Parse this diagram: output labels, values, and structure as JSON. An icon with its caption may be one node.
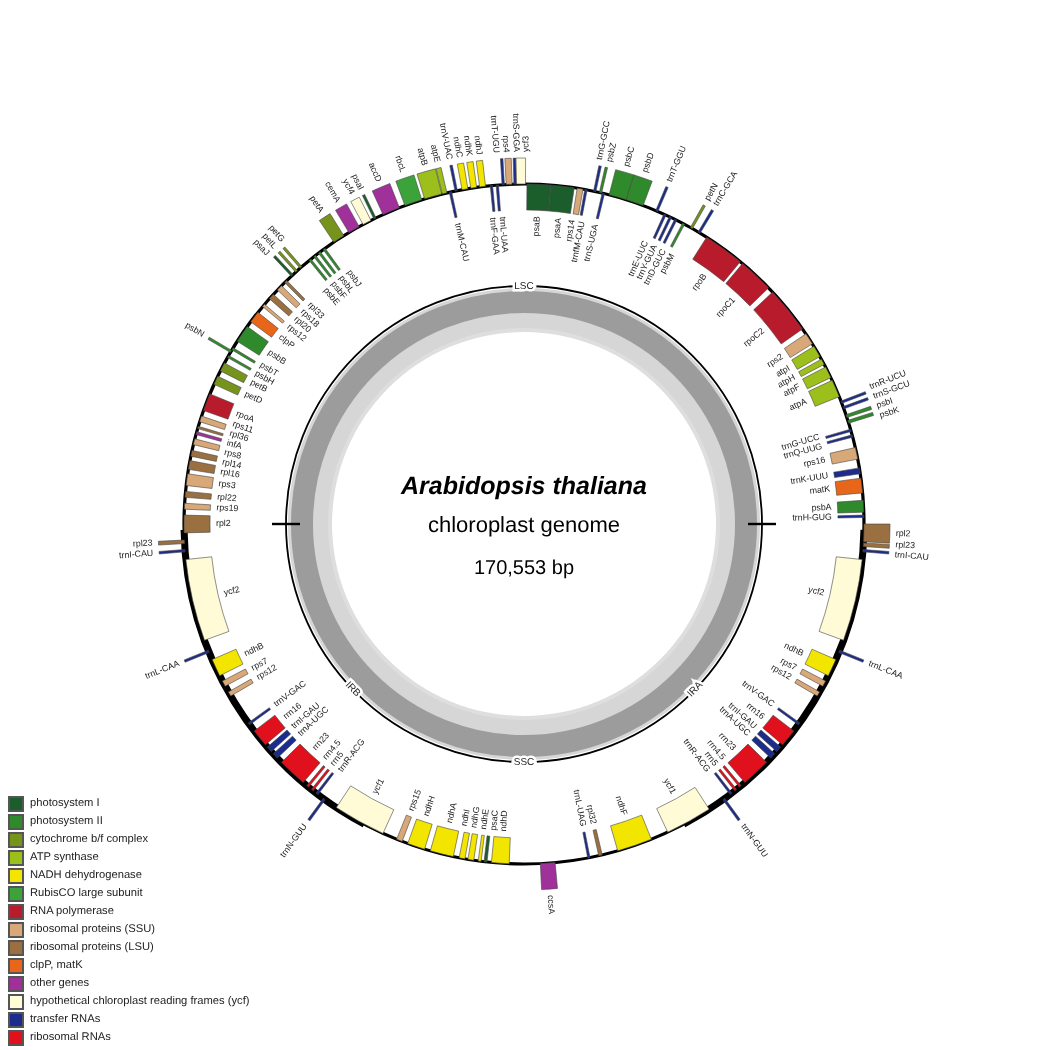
{
  "diagram": {
    "labels": [
      "Arabidopsis thaliana",
      "chloroplast genome",
      "170,553 bp",
      "LSC",
      "IRA",
      "SSC",
      "IRB",
      "psaB",
      "psaA",
      "rps14",
      "trnfM-CAU",
      "trnG-GCC",
      "psbZ",
      "trnS-UGA",
      "psbC",
      "psbD",
      "trnT-GGU",
      "trnE-UUC",
      "trnY-GUA",
      "trnD-GUC",
      "psbM",
      "petN",
      "trnC-GCA",
      "rpoB",
      "rpoC1",
      "rpoC2",
      "rps2",
      "atpI",
      "atpH",
      "atpF",
      "atpA",
      "trnR-UCU",
      "trnS-GCU",
      "psbI",
      "psbK",
      "trnG-UCC",
      "trnQ-UUG",
      "rps16",
      "trnK-UUU",
      "matK",
      "psbA",
      "trnH-GUG",
      "rpl2",
      "rpl23",
      "trnI-CAU",
      "ycf2",
      "trnL-CAA",
      "ndhB",
      "rps7",
      "rps12",
      "trnV-GAC",
      "rrn16",
      "trnI-GAU",
      "trnA-UGC",
      "rrn23",
      "rrn4.5",
      "rrn5",
      "trnR-ACG",
      "trnN-GUU",
      "ycf1",
      "ndhF",
      "rpl32",
      "trnL-UAG",
      "ccsA",
      "ndhD",
      "psaC",
      "ndhE",
      "ndhG",
      "ndhI",
      "ndhA",
      "ndhH",
      "rps15",
      "ycf1",
      "trnN-GUU",
      "trnR-ACG",
      "rrn5",
      "rrn4.5",
      "rrn23",
      "trnA-UGC",
      "trnI-GAU",
      "rrn16",
      "trnV-GAC",
      "rps12",
      "rps7",
      "ndhB",
      "trnL-CAA",
      "ycf2",
      "trnI-CAU",
      "rpl23",
      "rpl2",
      "rps19",
      "rpl22",
      "rps3",
      "rpl16",
      "rpl14",
      "rps8",
      "infA",
      "rpl36",
      "rps11",
      "rpoA",
      "petD",
      "petB",
      "psbH",
      "psbN",
      "psbT",
      "psbB",
      "clpP",
      "rps12",
      "rpl20",
      "rps18",
      "rpl33",
      "psaJ",
      "petL",
      "petG",
      "psbE",
      "psbF",
      "psbL",
      "psbJ",
      "petA",
      "cemA",
      "ycf4",
      "psaI",
      "accD",
      "rbcL",
      "atpB",
      "atpE",
      "trnM-CAU",
      "trnV-UAC",
      "ndhC",
      "ndhK",
      "ndhJ",
      "trnF-GAA",
      "trnL-UAA",
      "trnT-UGU",
      "rps4",
      "trnS-GGA",
      "ycf3"
    ],
    "legend": [
      {
        "text": "photosystem I",
        "color": "#1b5e2b"
      },
      {
        "text": "photosystem II",
        "color": "#2f8a2c"
      },
      {
        "text": "cytochrome b/f complex",
        "color": "#76941c"
      },
      {
        "text": "ATP synthase",
        "color": "#9cbf1c"
      },
      {
        "text": "NADH dehydrogenase",
        "color": "#f2e600"
      },
      {
        "text": "RubisCO large subunit",
        "color": "#3ca33a"
      },
      {
        "text": "RNA polymerase",
        "color": "#b81c2c"
      },
      {
        "text": "ribosomal proteins (SSU)",
        "color": "#d8a878"
      },
      {
        "text": "ribosomal proteins (LSU)",
        "color": "#9a7040"
      },
      {
        "text": "clpP, matK",
        "color": "#e8661a"
      },
      {
        "text": "other genes",
        "color": "#a0309a"
      },
      {
        "text": "hypothetical chloroplast reading frames (ycf)",
        "color": "#fffbd6"
      },
      {
        "text": "transfer RNAs",
        "color": "#1c2c8c"
      },
      {
        "text": "ribosomal RNAs",
        "color": "#e0101c"
      }
    ]
  }
}
